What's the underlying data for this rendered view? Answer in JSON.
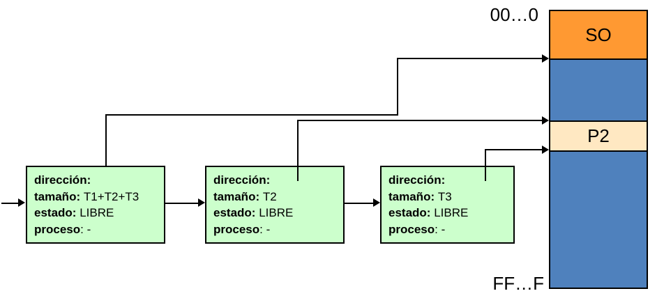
{
  "memory": {
    "top_address": "00…0",
    "bottom_address": "FF…F",
    "segments": [
      {
        "id": "so",
        "label": "SO",
        "color": "#FF9932",
        "height": 70
      },
      {
        "id": "free-hole-1",
        "label": "",
        "color": "#4F81BD",
        "height": 89
      },
      {
        "id": "p2",
        "label": "P2",
        "color": "#FFE8C2",
        "height": 43
      },
      {
        "id": "free-hole-2",
        "label": "",
        "color": "#4F81BD",
        "height": 199
      }
    ]
  },
  "free_list": {
    "nodes": [
      {
        "fields": [
          {
            "label": "dirección:",
            "value": ""
          },
          {
            "label": "tamaño:",
            "value": "T1+T2+T3"
          },
          {
            "label": "estado:",
            "value": "LIBRE"
          },
          {
            "label": "proceso",
            "value": ": -"
          }
        ]
      },
      {
        "fields": [
          {
            "label": "dirección:",
            "value": ""
          },
          {
            "label": "tamaño:",
            "value": "T2"
          },
          {
            "label": "estado:",
            "value": "LIBRE"
          },
          {
            "label": "proceso",
            "value": ": -"
          }
        ]
      },
      {
        "fields": [
          {
            "label": "dirección:",
            "value": ""
          },
          {
            "label": "tamaño:",
            "value": "T3"
          },
          {
            "label": "estado:",
            "value": "LIBRE"
          },
          {
            "label": "proceso",
            "value": ": -"
          }
        ]
      }
    ]
  },
  "colors": {
    "node_fill": "#CCFFCC",
    "node_border": "#000000",
    "line": "#000000",
    "so_fill": "#FF9932",
    "hole_fill": "#4F81BD",
    "p2_fill": "#FFE8C2"
  }
}
